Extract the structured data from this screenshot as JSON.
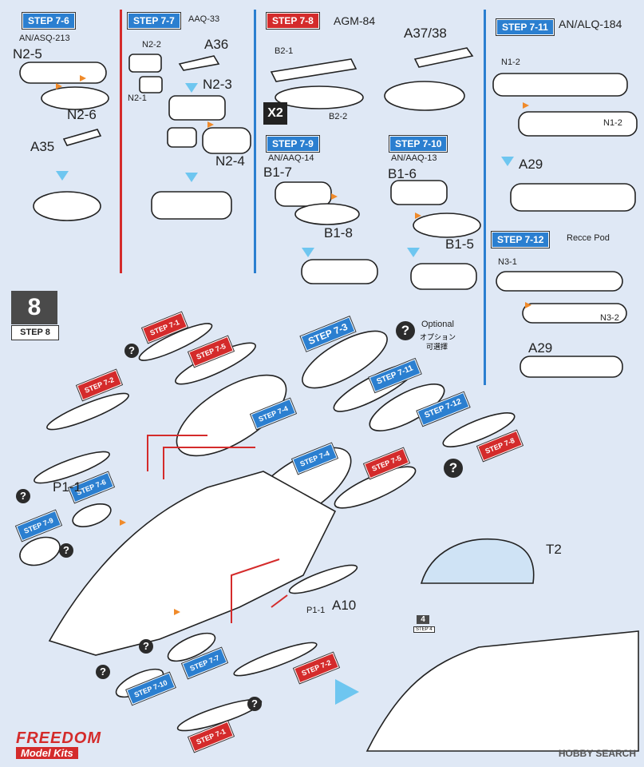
{
  "steps": {
    "s7_6": "STEP 7-6",
    "s7_7": "STEP 7-7",
    "s7_8": "STEP 7-8",
    "s7_9": "STEP 7-9",
    "s7_10": "STEP 7-10",
    "s7_11": "STEP 7-11",
    "s7_12": "STEP 7-12"
  },
  "step7_6": {
    "sub": "AN/ASQ-213",
    "parts": [
      "N2-5",
      "N2-6",
      "A35"
    ]
  },
  "step7_7": {
    "sub": "AAQ-33",
    "parts": [
      "N2-2",
      "A36",
      "N2-1",
      "N2-3",
      "N2-4"
    ]
  },
  "step7_8": {
    "sub": "AGM-84",
    "sub2": "A37/38",
    "parts": [
      "B2-1",
      "B2-2"
    ],
    "multiplier": "X2"
  },
  "step7_9": {
    "sub": "AN/AAQ-14",
    "parts": [
      "B1-7",
      "B1-8"
    ]
  },
  "step7_10": {
    "sub": "AN/AAQ-13",
    "parts": [
      "B1-6",
      "B1-5"
    ]
  },
  "step7_11": {
    "sub": "AN/ALQ-184",
    "parts": [
      "N1-2",
      "N1-2",
      "A29"
    ]
  },
  "step7_12": {
    "sub": "Recce Pod",
    "parts": [
      "N3-1",
      "N3-2",
      "A29"
    ]
  },
  "step8": {
    "number": "8",
    "label": "STEP 8",
    "optional_en": "Optional",
    "optional_jp1": "オプション",
    "optional_jp2": "可選擇",
    "callouts": {
      "c7_1a": "STEP 7-1",
      "c7_5a": "STEP 7-5",
      "c7_2a": "STEP 7-2",
      "c7_3": "STEP 7-3",
      "c7_11": "STEP 7-11",
      "c7_12": "STEP 7-12",
      "c7_4a": "STEP 7-4",
      "c7_4b": "STEP 7-4",
      "c7_5b": "STEP 7-5",
      "c7_8": "STEP 7-8",
      "c7_6": "STEP 7-6",
      "c7_9": "STEP 7-9",
      "c7_7": "STEP 7-7",
      "c7_10": "STEP 7-10",
      "c7_2b": "STEP 7-2",
      "c7_1b": "STEP 7-1"
    },
    "parts": {
      "p1_1a": "P1-1",
      "p1_1b": "P1-1",
      "a10": "A10",
      "t2": "T2",
      "step4": "4",
      "step4lbl": "STEP 4"
    },
    "question": "?"
  },
  "brand": {
    "line1": "FREEDOM",
    "line2": "Model Kits"
  },
  "watermark": "HOBBY SEARCH",
  "colors": {
    "blue_step": "#2b7fd0",
    "red_step": "#d42b2b",
    "background": "#dfe8f5"
  }
}
